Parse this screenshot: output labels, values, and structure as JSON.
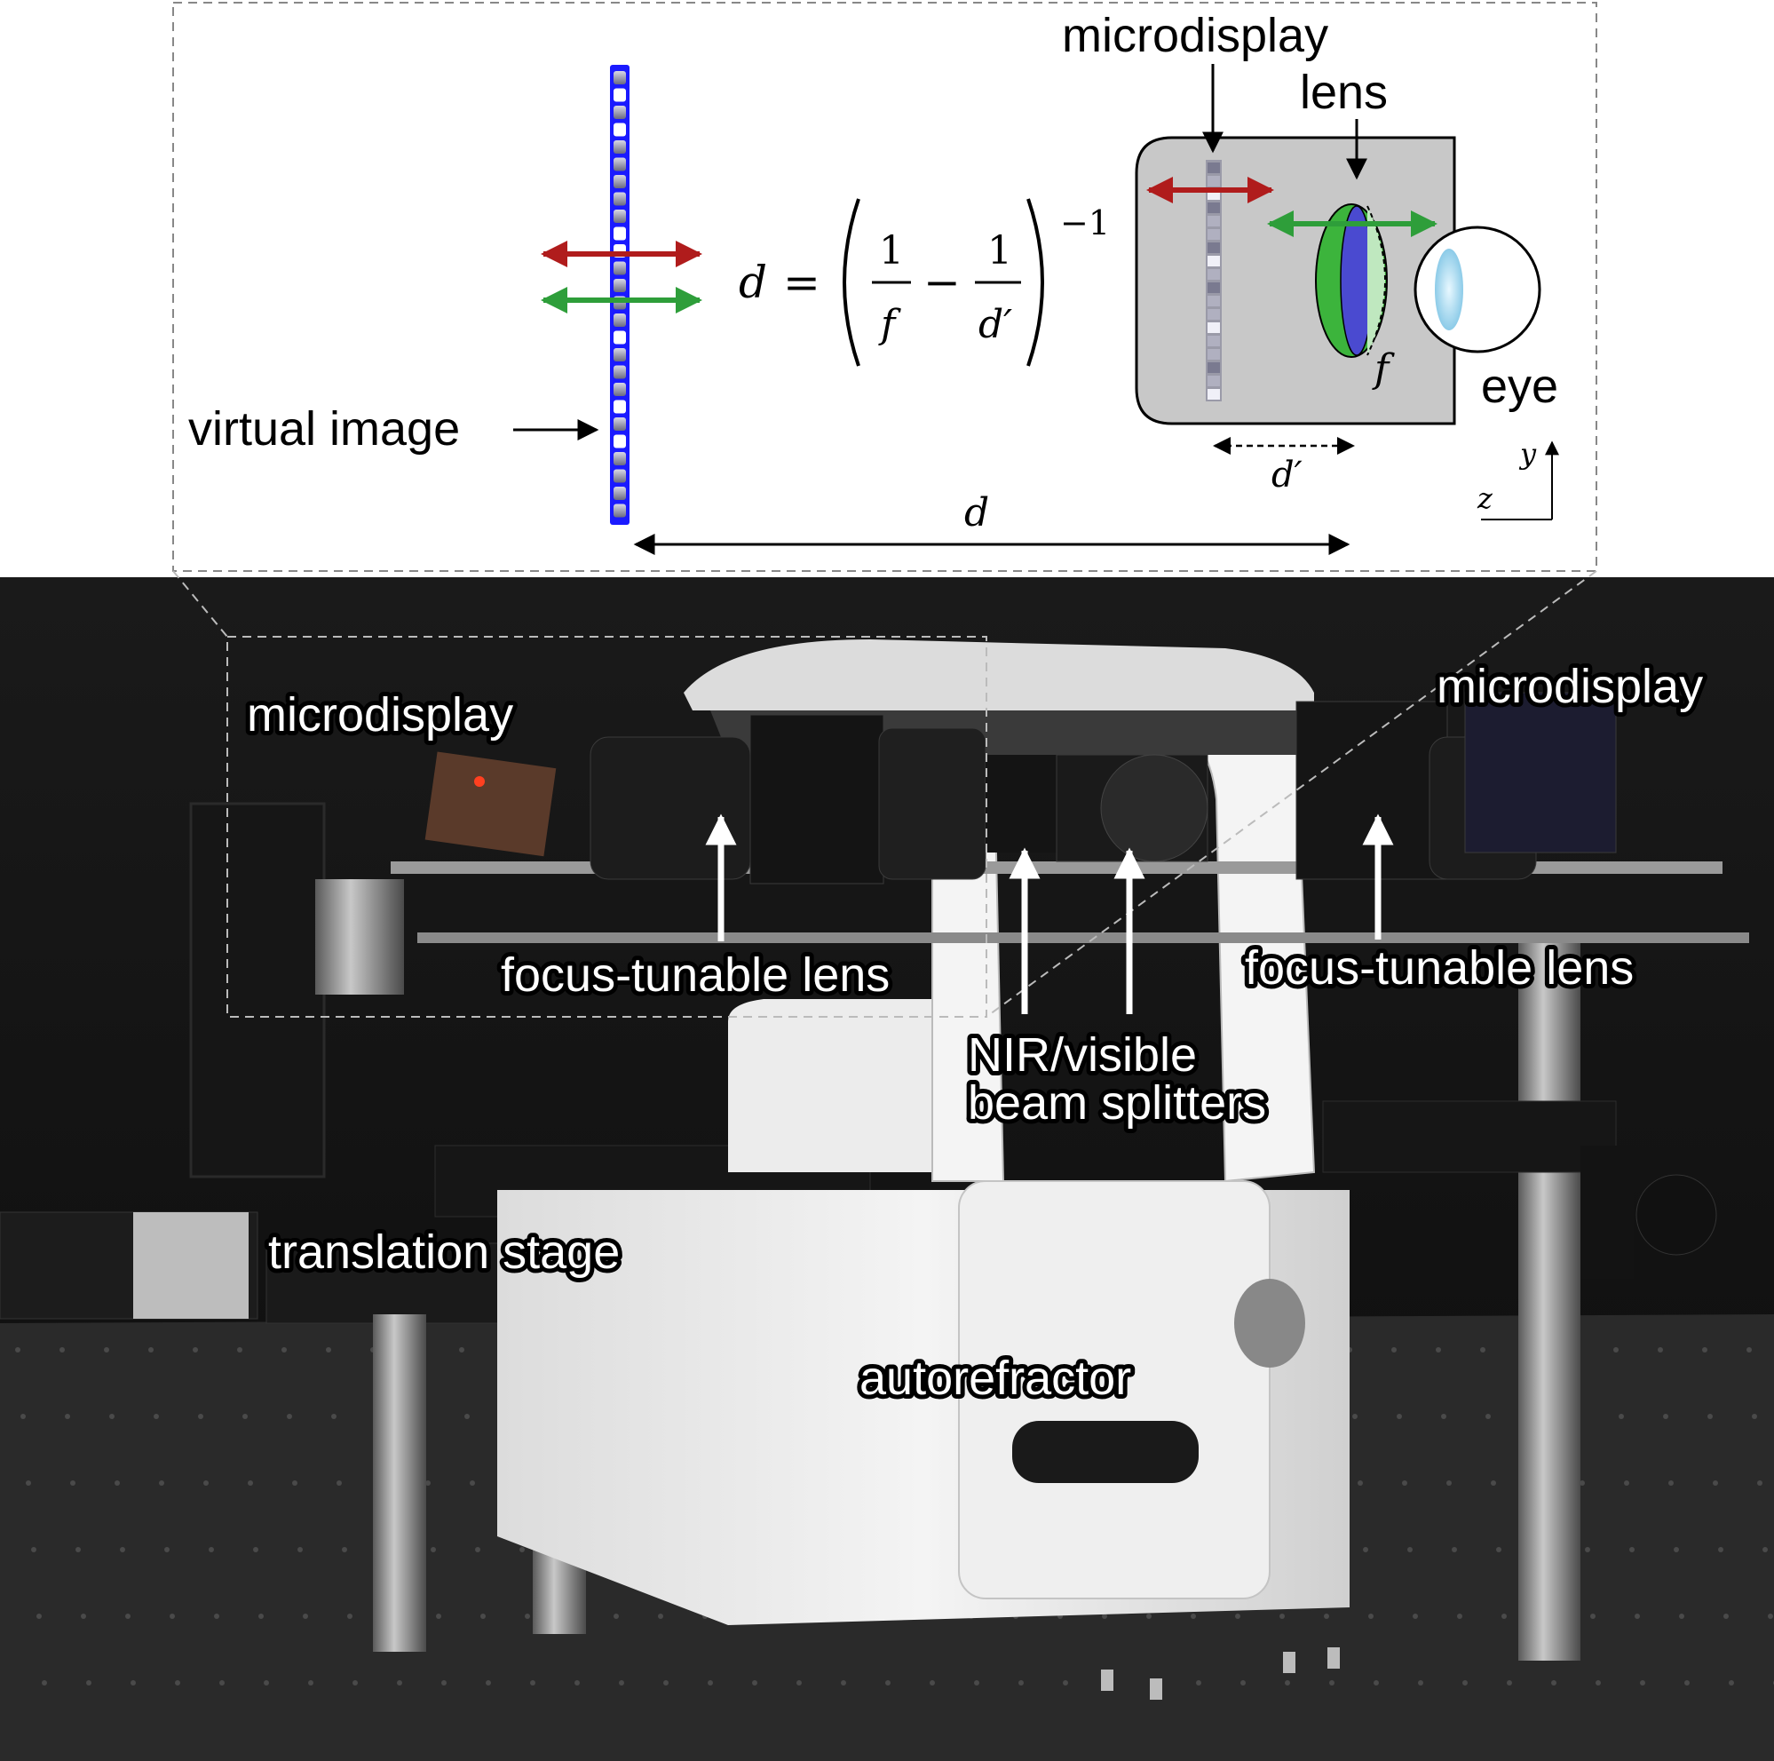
{
  "diagram": {
    "labels": {
      "microdisplay": "microdisplay",
      "lens": "lens",
      "eye": "eye",
      "virtual_image": "virtual image",
      "f": "f",
      "d_prime": "d′",
      "d": "d",
      "axis_y": "y",
      "axis_z": "z"
    },
    "equation": {
      "lhs": "d",
      "equals": "=",
      "num1": "1",
      "den1": "f",
      "minus": "−",
      "num2": "1",
      "den2": "d′",
      "exponent": "−1"
    },
    "colors": {
      "virtual_image": "#1a1aff",
      "red_arrow": "#b01c1c",
      "green_arrow": "#2e9e3a",
      "housing": "#c8c8c8",
      "lens_green": "#3cb43c",
      "lens_blue": "#4a4ad0",
      "eye_lens": "#a8dcf0"
    }
  },
  "photo": {
    "labels": {
      "microdisplay_left": "microdisplay",
      "microdisplay_right": "microdisplay",
      "focus_lens_left": "focus-tunable lens",
      "focus_lens_right": "focus-tunable lens",
      "beam_splitters_1": "NIR/visible",
      "beam_splitters_2": "beam splitters",
      "translation_stage": "translation stage",
      "autorefractor": "autorefractor"
    }
  }
}
